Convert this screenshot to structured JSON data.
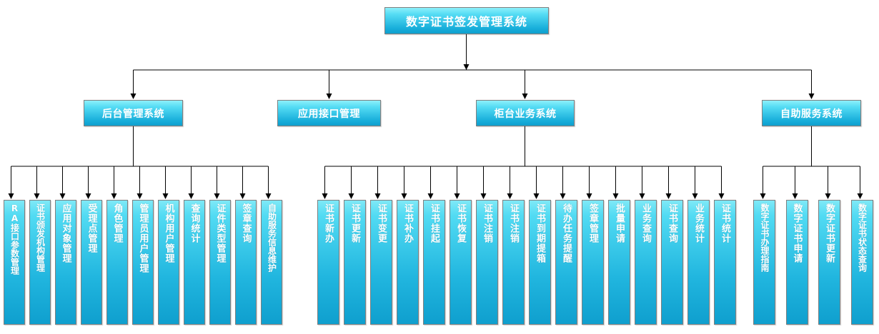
{
  "diagram": {
    "title": "数字证书签发管理系统",
    "type": "organization-tree",
    "root": {
      "label": "数字证书签发管理系统"
    },
    "groups": [
      {
        "id": "backend",
        "label": "后台管理系统",
        "children": [
          "RA接口参数管理",
          "证书颁发机构管理",
          "应用对象管理",
          "受理点管理",
          "角色管理",
          "管理员用户管理",
          "机构用户管理",
          "查询统计",
          "证件类型管理",
          "签章查询",
          "自助服务信息维护"
        ]
      },
      {
        "id": "api",
        "label": "应用接口管理",
        "children": []
      },
      {
        "id": "counter",
        "label": "柜台业务系统",
        "children": [
          "证书新办",
          "证书更新",
          "证书变更",
          "证书补办",
          "证书挂起",
          "证书恢复",
          "证书注销",
          "证书注销",
          "证书到期提箱",
          "待办任务提醒",
          "签章管理",
          "批量申请",
          "业务查询",
          "证书查询",
          "业务统计",
          "证书统计"
        ]
      },
      {
        "id": "selfservice",
        "label": "自助服务系统",
        "children": [
          "数字证书办理指南",
          "数字证书申请",
          "数字证书更新",
          "数字证书状态查询"
        ]
      }
    ],
    "colors": {
      "node_top": "#7fe9f7",
      "node_bottom": "#0f9fce",
      "node_border": "#7f7f7f",
      "node_text": "#ffffff",
      "connector": "#000000",
      "background": "#ffffff"
    }
  }
}
